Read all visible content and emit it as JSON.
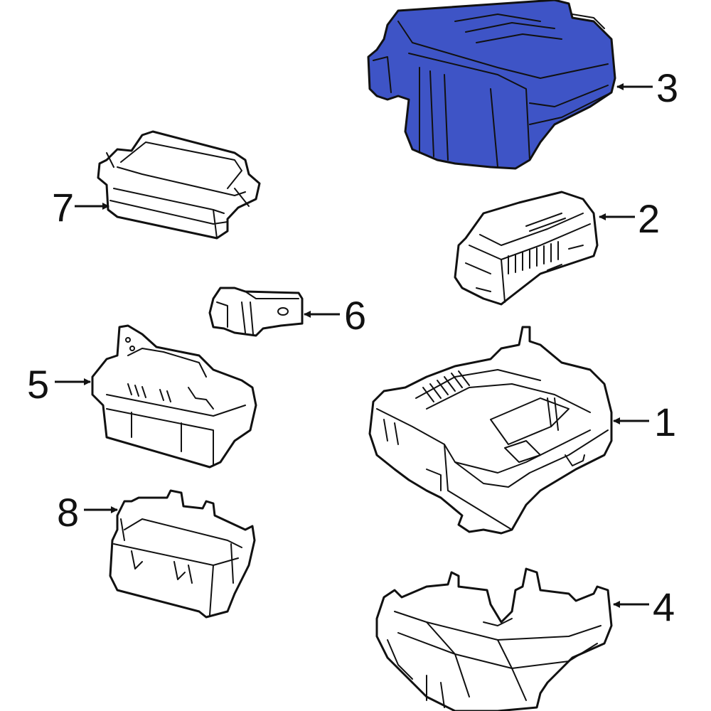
{
  "diagram": {
    "highlight_color": "#3e54c6",
    "line_color": "#111111",
    "background": "#ffffff",
    "callouts": [
      {
        "id": "1",
        "label": "1",
        "part": "fuse-box-housing"
      },
      {
        "id": "2",
        "label": "2",
        "part": "relay-block"
      },
      {
        "id": "3",
        "label": "3",
        "part": "fuse-box-cover",
        "highlighted": true
      },
      {
        "id": "4",
        "label": "4",
        "part": "lower-bracket-tray"
      },
      {
        "id": "5",
        "label": "5",
        "part": "fuse-relay-block"
      },
      {
        "id": "6",
        "label": "6",
        "part": "mounting-bracket"
      },
      {
        "id": "7",
        "label": "7",
        "part": "auxiliary-fuse-box"
      },
      {
        "id": "8",
        "label": "8",
        "part": "fuse-box-lower-cover"
      }
    ]
  }
}
